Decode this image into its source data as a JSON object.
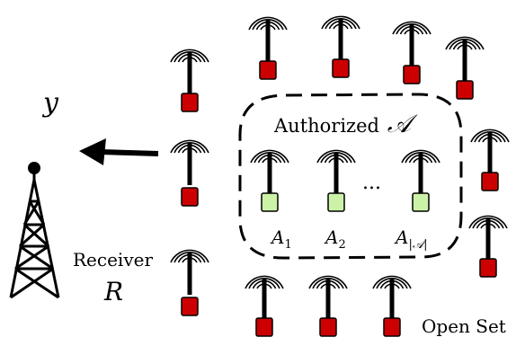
{
  "labels": {
    "output": "y",
    "authorized": "Authorized",
    "authorized_set": "𝒜",
    "ellipsis": "...",
    "a1_base": "A",
    "a1_sub": "1",
    "a2_base": "A",
    "a2_sub": "2",
    "an_base": "A",
    "an_sub": "|𝒜|",
    "receiver": "Receiver",
    "receiver_symbol": "R",
    "open_set": "Open Set"
  },
  "colors": {
    "open_set_fill": "#cc0000",
    "authorized_fill": "#ccf2a8",
    "stroke": "#000000"
  },
  "icons": {
    "transmitter": "antenna-signal-icon",
    "receiver": "radio-tower-icon",
    "arrow": "arrow-left-icon"
  }
}
